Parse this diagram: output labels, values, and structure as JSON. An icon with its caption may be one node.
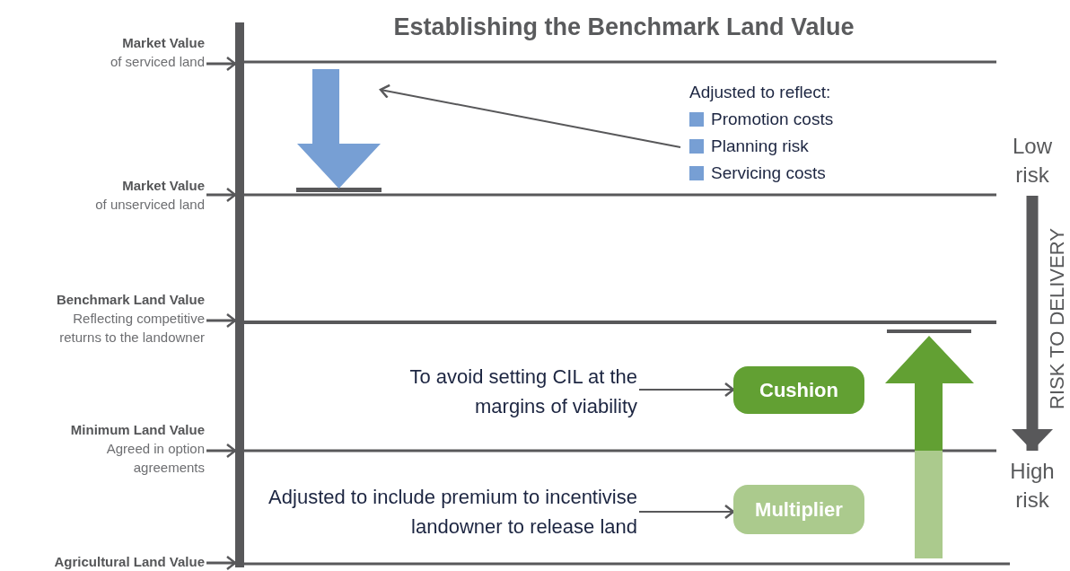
{
  "diagram": {
    "title": "Establishing the Benchmark Land Value",
    "nodes": [
      {
        "text": [
          "Market Value",
          "of serviced land"
        ]
      },
      {
        "text": [
          "Market Value",
          "of unserviced land"
        ]
      },
      {
        "text": [
          "Benchmark Land Value",
          "Reflecting competitive returns to the landowner"
        ]
      },
      {
        "text": [
          "Minimum Land Value",
          "Agreed in option agreements"
        ]
      },
      {
        "text": [
          "Agricultural Land Value"
        ]
      },
      {
        "text": [],
        "shape": "bar"
      },
      {
        "text": [],
        "shape": "arrow"
      },
      {
        "text": [
          "Adjusted to reflect:",
          "Promotion costs",
          "Planning risk",
          "Servicing costs"
        ]
      },
      {
        "text": [
          "To avoid setting CIL at the margins of viability"
        ]
      },
      {
        "text": [
          "Cushion"
        ]
      },
      {
        "text": [
          "Adjusted to include premium to incentivise landowner to release land"
        ]
      },
      {
        "text": [
          "Multiplier"
        ]
      },
      {
        "text": [
          "Low risk"
        ]
      },
      {
        "text": [
          "High risk"
        ]
      }
    ],
    "edges": [
      {
        "from": 0,
        "to": 5,
        "arrow": "to"
      },
      {
        "from": 1,
        "to": 5,
        "arrow": "to"
      },
      {
        "from": 2,
        "to": 5,
        "arrow": "to"
      },
      {
        "from": 3,
        "to": 5,
        "arrow": "to"
      },
      {
        "from": 4,
        "to": 5,
        "arrow": "to"
      },
      {
        "from": 7,
        "to": 6,
        "arrow": "to"
      },
      {
        "from": 8,
        "to": 9,
        "arrow": "to"
      },
      {
        "from": 10,
        "to": 11,
        "arrow": "to"
      },
      {
        "from": 12,
        "to": 13,
        "arrow": "to",
        "label": "RISK TO DELIVERY",
        "style": "thick"
      }
    ]
  }
}
